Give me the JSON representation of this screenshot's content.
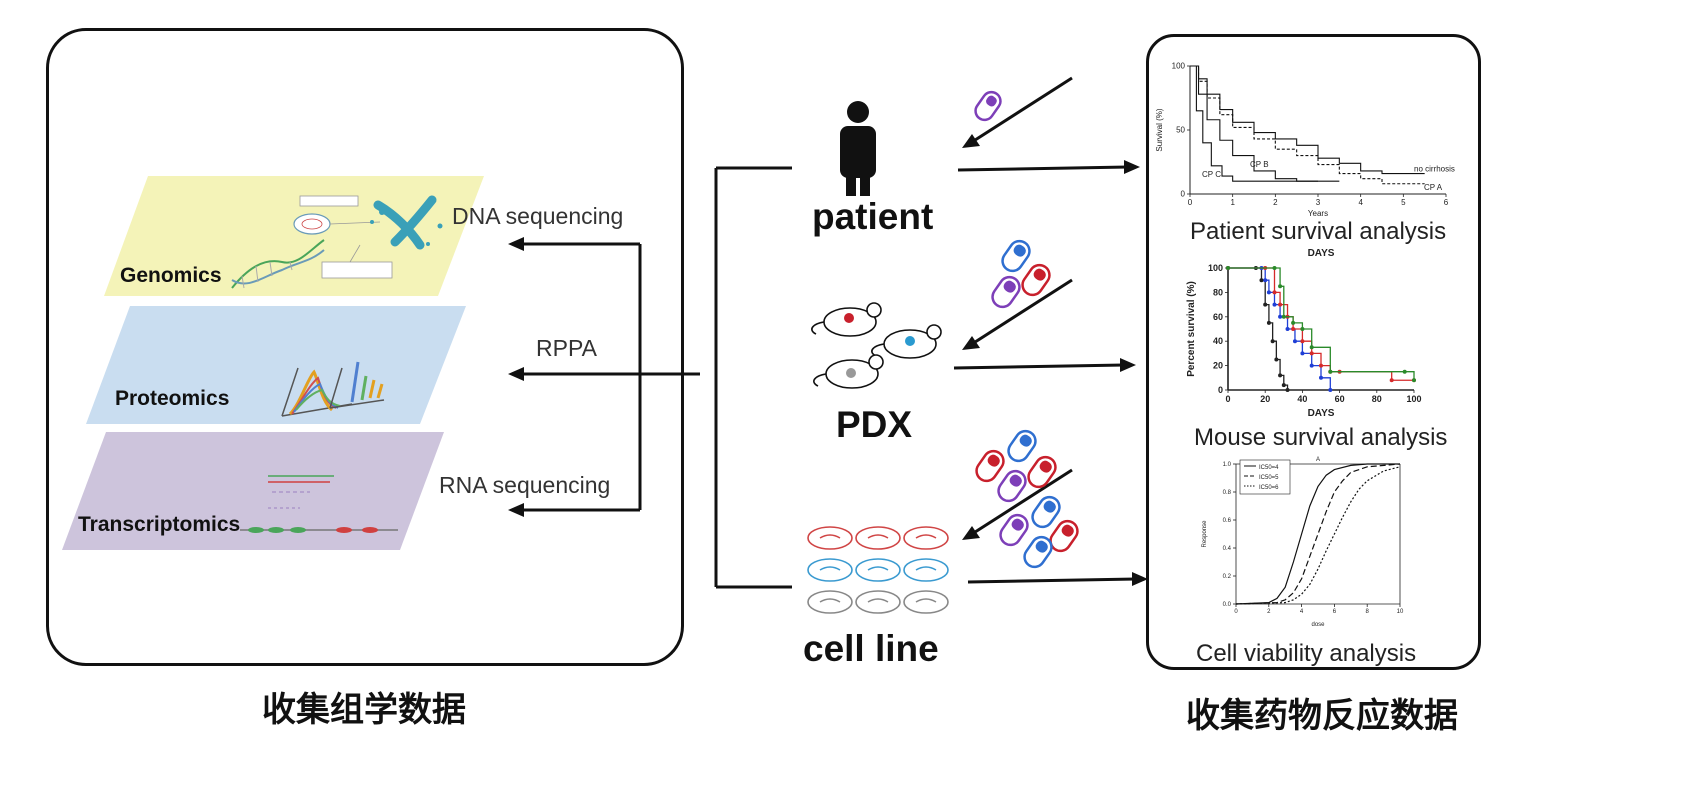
{
  "omics": {
    "caption": "收集组学数据",
    "layers": {
      "genomics": {
        "label": "Genomics",
        "arrow_label": "DNA sequencing",
        "color": "#f4f3b8"
      },
      "proteomics": {
        "label": "Proteomics",
        "arrow_label": "RPPA",
        "color": "#c9ddf0"
      },
      "transcriptomics": {
        "label": "Transcriptomics",
        "arrow_label": "RNA sequencing",
        "color": "#cdc4dc"
      }
    }
  },
  "sources": {
    "patient": "patient",
    "pdx": "PDX",
    "cell_line": "cell line"
  },
  "drug": {
    "caption": "收集药物反应数据",
    "pill_colors": {
      "purple": "#7d3fb8",
      "blue": "#2f6fd0",
      "red": "#c8202c"
    },
    "patient_survival": {
      "title": "Patient survival analysis",
      "chart_data": {
        "type": "line",
        "xlabel": "Years",
        "ylabel": "Survival (%)",
        "xlim": [
          0,
          6
        ],
        "ylim": [
          0,
          100
        ],
        "x_ticks": [
          "0",
          "1",
          "2",
          "3",
          "4",
          "5",
          "6"
        ],
        "y_ticks": [
          "0",
          "50",
          "100"
        ],
        "series": [
          {
            "name": "no cirrhosis",
            "x": [
              0,
              0.2,
              0.4,
              0.7,
              1.0,
              1.5,
              2.0,
              2.5,
              3.0,
              3.5,
              4.0,
              4.5,
              5.0,
              5.5
            ],
            "y": [
              100,
              90,
              78,
              66,
              56,
              48,
              43,
              38,
              28,
              24,
              18,
              16,
              16,
              16
            ]
          },
          {
            "name": "CP A",
            "x": [
              0,
              0.2,
              0.4,
              0.7,
              1.0,
              1.5,
              2.0,
              2.5,
              3.0,
              3.5,
              4.0,
              4.5,
              5.0,
              5.5
            ],
            "y": [
              100,
              88,
              75,
              62,
              52,
              43,
              35,
              30,
              23,
              16,
              12,
              8,
              8,
              8
            ]
          },
          {
            "name": "CP B",
            "x": [
              0,
              0.2,
              0.4,
              0.7,
              1.0,
              1.5,
              2.0,
              2.5,
              3.0,
              3.5
            ],
            "y": [
              100,
              78,
              58,
              42,
              30,
              18,
              12,
              10,
              10,
              10
            ]
          },
          {
            "name": "CP C",
            "x": [
              0,
              0.15,
              0.3,
              0.5,
              0.75,
              1.0,
              1.5,
              2.0,
              2.5,
              3.0
            ],
            "y": [
              100,
              65,
              40,
              22,
              14,
              10,
              10,
              10,
              10,
              10
            ]
          }
        ]
      }
    },
    "mouse_survival": {
      "title": "Mouse survival analysis",
      "chart_data": {
        "type": "line",
        "title": "DAYS",
        "xlabel": "DAYS",
        "ylabel": "Percent survival (%)",
        "xlim": [
          0,
          100
        ],
        "ylim": [
          0,
          100
        ],
        "x_ticks": [
          "0",
          "20",
          "40",
          "60",
          "80",
          "100"
        ],
        "y_ticks": [
          "0",
          "20",
          "40",
          "60",
          "80",
          "100"
        ],
        "series": [
          {
            "color": "#222222",
            "x": [
              0,
              15,
              18,
              20,
              22,
              24,
              26,
              28,
              30,
              32
            ],
            "y": [
              100,
              100,
              90,
              70,
              55,
              40,
              25,
              12,
              4,
              0
            ]
          },
          {
            "color": "#1f3fd6",
            "x": [
              0,
              18,
              20,
              22,
              25,
              28,
              32,
              36,
              40,
              45,
              50,
              55
            ],
            "y": [
              100,
              100,
              90,
              80,
              70,
              60,
              50,
              40,
              30,
              20,
              10,
              0
            ]
          },
          {
            "color": "#d52a2a",
            "x": [
              0,
              20,
              25,
              28,
              32,
              35,
              40,
              45,
              50,
              55,
              60,
              88,
              100
            ],
            "y": [
              100,
              100,
              80,
              70,
              60,
              50,
              40,
              30,
              20,
              15,
              15,
              8,
              8
            ]
          },
          {
            "color": "#2a8a2a",
            "x": [
              0,
              25,
              28,
              30,
              35,
              40,
              45,
              55,
              95,
              100
            ],
            "y": [
              100,
              100,
              85,
              60,
              55,
              50,
              35,
              15,
              15,
              8
            ]
          }
        ]
      }
    },
    "cell_viability": {
      "title": "Cell viability analysis",
      "chart_data": {
        "type": "line",
        "title": "A",
        "xlabel": "dose",
        "ylabel": "Response",
        "xlim": [
          0,
          10
        ],
        "ylim": [
          0,
          1
        ],
        "x_ticks": [
          "0",
          "2",
          "4",
          "6",
          "8",
          "10"
        ],
        "y_ticks": [
          "0.0",
          "0.2",
          "0.4",
          "0.6",
          "0.8",
          "1.0"
        ],
        "series": [
          {
            "name": "IC50=4",
            "style": "solid",
            "x": [
              0,
              2,
              2.5,
              3,
              3.5,
              4,
              4.5,
              5,
              5.5,
              6,
              7,
              8,
              10
            ],
            "y": [
              0,
              0.01,
              0.04,
              0.12,
              0.3,
              0.5,
              0.7,
              0.84,
              0.92,
              0.96,
              0.99,
              1,
              1
            ]
          },
          {
            "name": "IC50=5",
            "style": "dashed",
            "x": [
              0,
              2.5,
              3,
              3.5,
              4,
              4.5,
              5,
              5.5,
              6,
              6.5,
              7,
              8,
              10
            ],
            "y": [
              0,
              0.01,
              0.03,
              0.08,
              0.18,
              0.34,
              0.5,
              0.66,
              0.8,
              0.88,
              0.94,
              0.98,
              1
            ]
          },
          {
            "name": "IC50=6",
            "style": "dotted",
            "x": [
              0,
              3,
              3.5,
              4,
              4.5,
              5,
              5.5,
              6,
              6.5,
              7,
              7.5,
              8,
              9,
              10
            ],
            "y": [
              0,
              0.01,
              0.03,
              0.07,
              0.14,
              0.25,
              0.38,
              0.5,
              0.62,
              0.73,
              0.82,
              0.88,
              0.95,
              0.98
            ]
          }
        ]
      }
    }
  }
}
